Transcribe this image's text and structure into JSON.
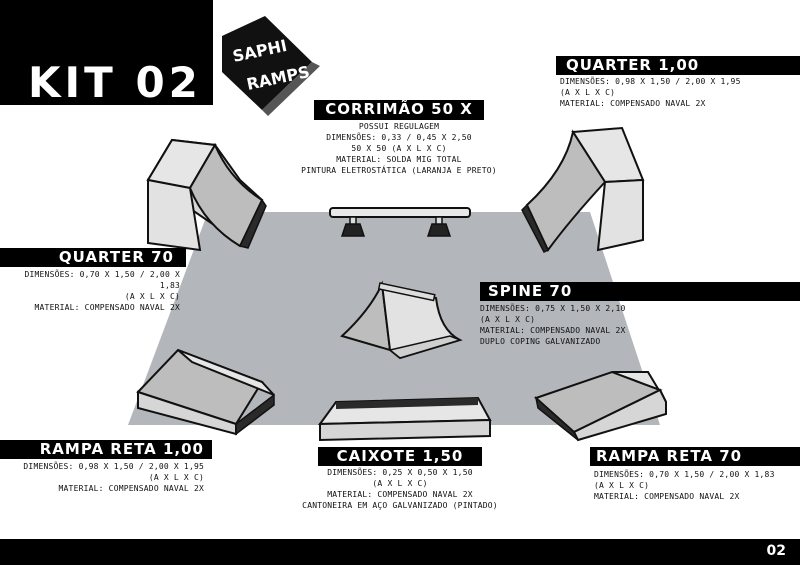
{
  "page_title": "KIT 02",
  "page_number": "02",
  "logo_text": [
    "SAPHI",
    "RAMPS"
  ],
  "items": {
    "corrimao": {
      "title": "CORRIMÃO 50 X 50",
      "lines": [
        "POSSUI REGULAGEM",
        "DIMENSÕES: 0,33 / 0,45 X 2,50",
        "50 X 50 (A X L X C)",
        "MATERIAL: SOLDA MIG TOTAL",
        "PINTURA ELETROSTÁTICA (LARANJA E PRETO)"
      ]
    },
    "quarter_100": {
      "title": "QUARTER 1,00",
      "lines": [
        "DIMENSÕES: 0,98 X 1,50 / 2,00 X 1,95",
        "(A X L X C)",
        "MATERIAL: COMPENSADO NAVAL 2X"
      ]
    },
    "quarter_70": {
      "title": "QUARTER 70",
      "lines": [
        "DIMENSÕES: 0,70 X 1,50 / 2,00 X 1,83",
        "(A X L X C)",
        "MATERIAL: COMPENSADO NAVAL 2X"
      ]
    },
    "spine_70": {
      "title": "SPINE 70",
      "lines": [
        "DIMENSÕES: 0,75 X 1,50 X 2,10",
        "(A X L X C)",
        "MATERIAL: COMPENSADO NAVAL 2X",
        "DUPLO COPING GALVANIZADO"
      ]
    },
    "rampa_reta_100": {
      "title": "RAMPA RETA 1,00",
      "lines": [
        "DIMENSÕES: 0,98 X 1,50 / 2,00 X 1,95",
        "(A X L X C)",
        "MATERIAL: COMPENSADO NAVAL 2X"
      ]
    },
    "caixote_150": {
      "title": "CAIXOTE 1,50",
      "lines": [
        "DIMENSÕES: 0,25 X 0,50 X 1,50",
        "(A X L X C)",
        "MATERIAL: COMPENSADO NAVAL 2X",
        "CANTONEIRA EM AÇO GALVANIZADO (PINTADO)"
      ]
    },
    "rampa_reta_70": {
      "title": "RAMPA RETA 70",
      "lines": [
        "DIMENSÕES: 0,70 X 1,50 / 2,00 X 1,83",
        "(A X L X C)",
        "MATERIAL: COMPENSADO NAVAL 2X"
      ]
    }
  },
  "colors": {
    "black": "#000000",
    "floor": "#b3b7bb",
    "ramp_light": "#e2e2e2",
    "ramp_side": "#cfcfcf",
    "ramp_dark": "#2a2a2a"
  }
}
